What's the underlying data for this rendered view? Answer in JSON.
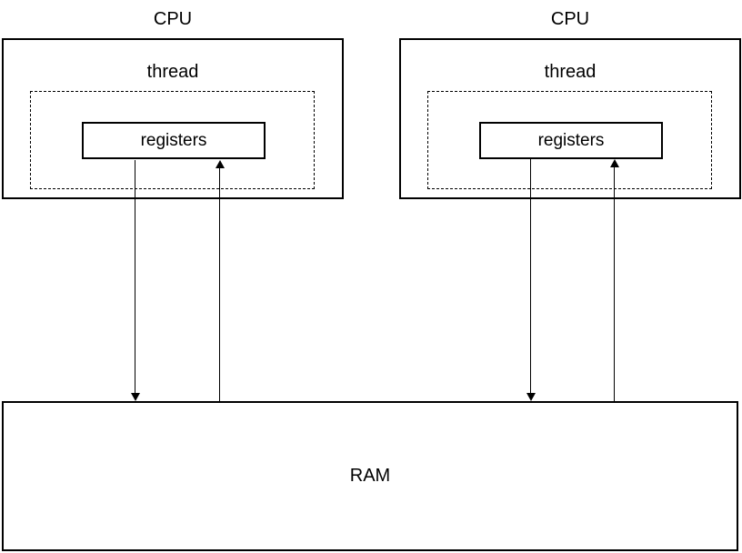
{
  "cpus": [
    {
      "label": "CPU",
      "thread_label": "thread",
      "registers_label": "registers"
    },
    {
      "label": "CPU",
      "thread_label": "thread",
      "registers_label": "registers"
    }
  ],
  "ram": {
    "label": "RAM"
  },
  "connections": [
    {
      "from": "cpu-1-registers",
      "to": "ram",
      "direction": "down"
    },
    {
      "from": "ram",
      "to": "cpu-1-registers",
      "direction": "up"
    },
    {
      "from": "cpu-2-registers",
      "to": "ram",
      "direction": "down"
    },
    {
      "from": "ram",
      "to": "cpu-2-registers",
      "direction": "up"
    }
  ],
  "colors": {
    "line": "#000000",
    "background": "#ffffff"
  }
}
